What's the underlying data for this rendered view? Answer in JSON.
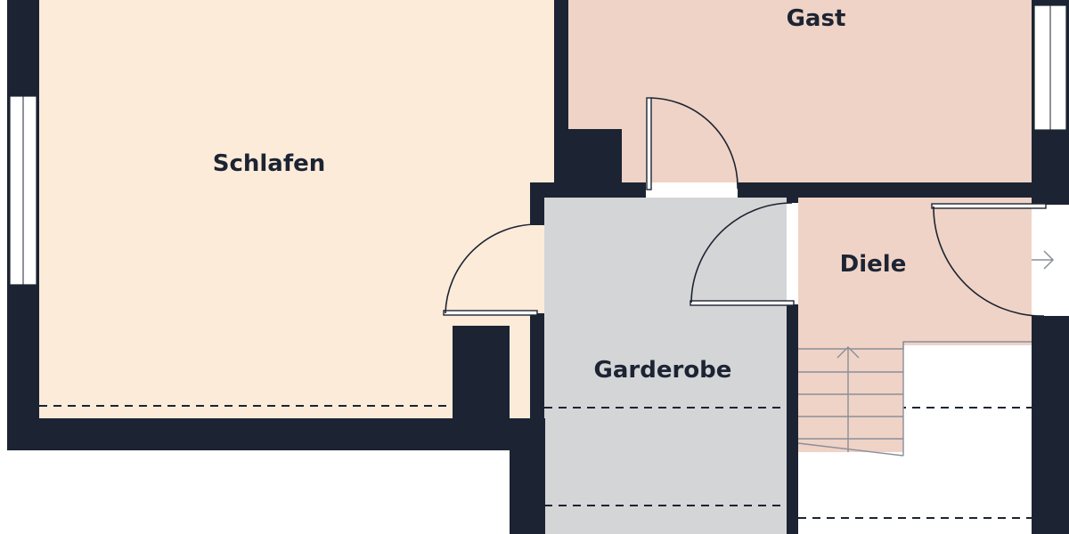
{
  "plan": {
    "rooms": {
      "schlafen": {
        "label": "Schlafen",
        "color": "#fdebd9"
      },
      "gast": {
        "label": "Gast",
        "color": "#efd3c6"
      },
      "diele": {
        "label": "Diele",
        "color": "#efd3c6"
      },
      "garderobe": {
        "label": "Garderobe",
        "color": "#d4d5d6"
      }
    },
    "wall_color": "#1c2433",
    "icons": [
      "door-swing-icon",
      "window-icon",
      "stair-arrow-icon",
      "exit-arrow-icon"
    ]
  }
}
